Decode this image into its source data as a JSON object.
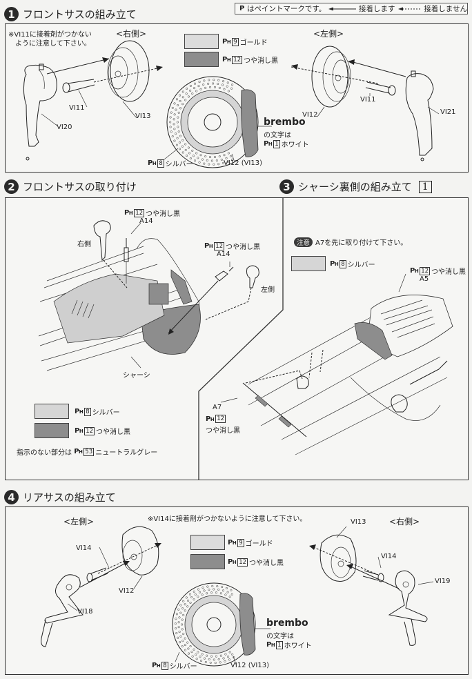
{
  "legend": {
    "paint_mark_note": "はペイントマークです。",
    "glue": "接着します",
    "no_glue": "接着しません"
  },
  "paint_prefix": "P",
  "paint_sub": "H",
  "steps": [
    {
      "number": "1",
      "title": "フロントサスの組み立て",
      "note_line1": "※VI11に接着剤がつかない",
      "note_line2": "ように注意して下さい。",
      "right_side": "<右側>",
      "left_side": "<左側>",
      "paints": [
        {
          "code": "9",
          "name": "ゴールド",
          "color": "#dcdcdc"
        },
        {
          "code": "12",
          "name": "つや消し黒",
          "color": "#8d8d8d"
        }
      ],
      "parts": {
        "vi11_a": "VI11",
        "vi13": "VI13",
        "vi20": "VI20",
        "vi12": "VI12",
        "vi11_b": "VI11",
        "vi21": "VI21",
        "caliper": "VI12 (VI13)"
      },
      "silver": {
        "code": "8",
        "name": "シルバー"
      },
      "brembo": {
        "word": "brembo",
        "line2": "の文字は",
        "code": "1",
        "name": "ホワイト"
      }
    },
    {
      "number": "2",
      "title": "フロントサスの取り付け",
      "right_label": "右側",
      "left_label": "左側",
      "a14_paint_1": {
        "code": "12",
        "name": "つや消し黒"
      },
      "a14_paint_2": {
        "code": "12",
        "name": "つや消し黒"
      },
      "a14_1": "A14",
      "a14_2": "A14",
      "chassis": "シャーシ",
      "paints": [
        {
          "code": "8",
          "name": "シルバー",
          "color": "#d6d6d6"
        },
        {
          "code": "12",
          "name": "つや消し黒",
          "color": "#8d8d8d"
        }
      ],
      "default_note_prefix": "指示のない部分は",
      "default_code": "53",
      "default_name": "ニュートラルグレー"
    },
    {
      "number": "3",
      "title": "シャーシ裏側の組み立て",
      "sub_number": "1",
      "caution_tag": "注意",
      "caution_text": "A7を先に取り付けて下さい。",
      "paints": [
        {
          "code": "8",
          "name": "シルバー",
          "color": "#d6d6d6"
        }
      ],
      "a5_paint": {
        "code": "12",
        "name": "つや消し黒"
      },
      "a5": "A5",
      "a7": "A7",
      "a7_paint": {
        "code": "12",
        "name": "つや消し黒"
      }
    },
    {
      "number": "4",
      "title": "リアサスの組み立て",
      "note": "※VI14に接着剤がつかないように注意して下さい。",
      "left_side": "<左側>",
      "right_side": "<右側>",
      "paints": [
        {
          "code": "9",
          "name": "ゴールド",
          "color": "#dcdcdc"
        },
        {
          "code": "12",
          "name": "つや消し黒",
          "color": "#8d8d8d"
        }
      ],
      "parts": {
        "vi14_a": "VI14",
        "vi12": "VI12",
        "vi18": "VI18",
        "vi13": "VI13",
        "vi14_b": "VI14",
        "vi19": "VI19",
        "caliper": "VI12 (VI13)"
      },
      "silver": {
        "code": "8",
        "name": "シルバー"
      },
      "brembo": {
        "word": "brembo",
        "line2": "の文字は",
        "code": "1",
        "name": "ホワイト"
      }
    }
  ]
}
